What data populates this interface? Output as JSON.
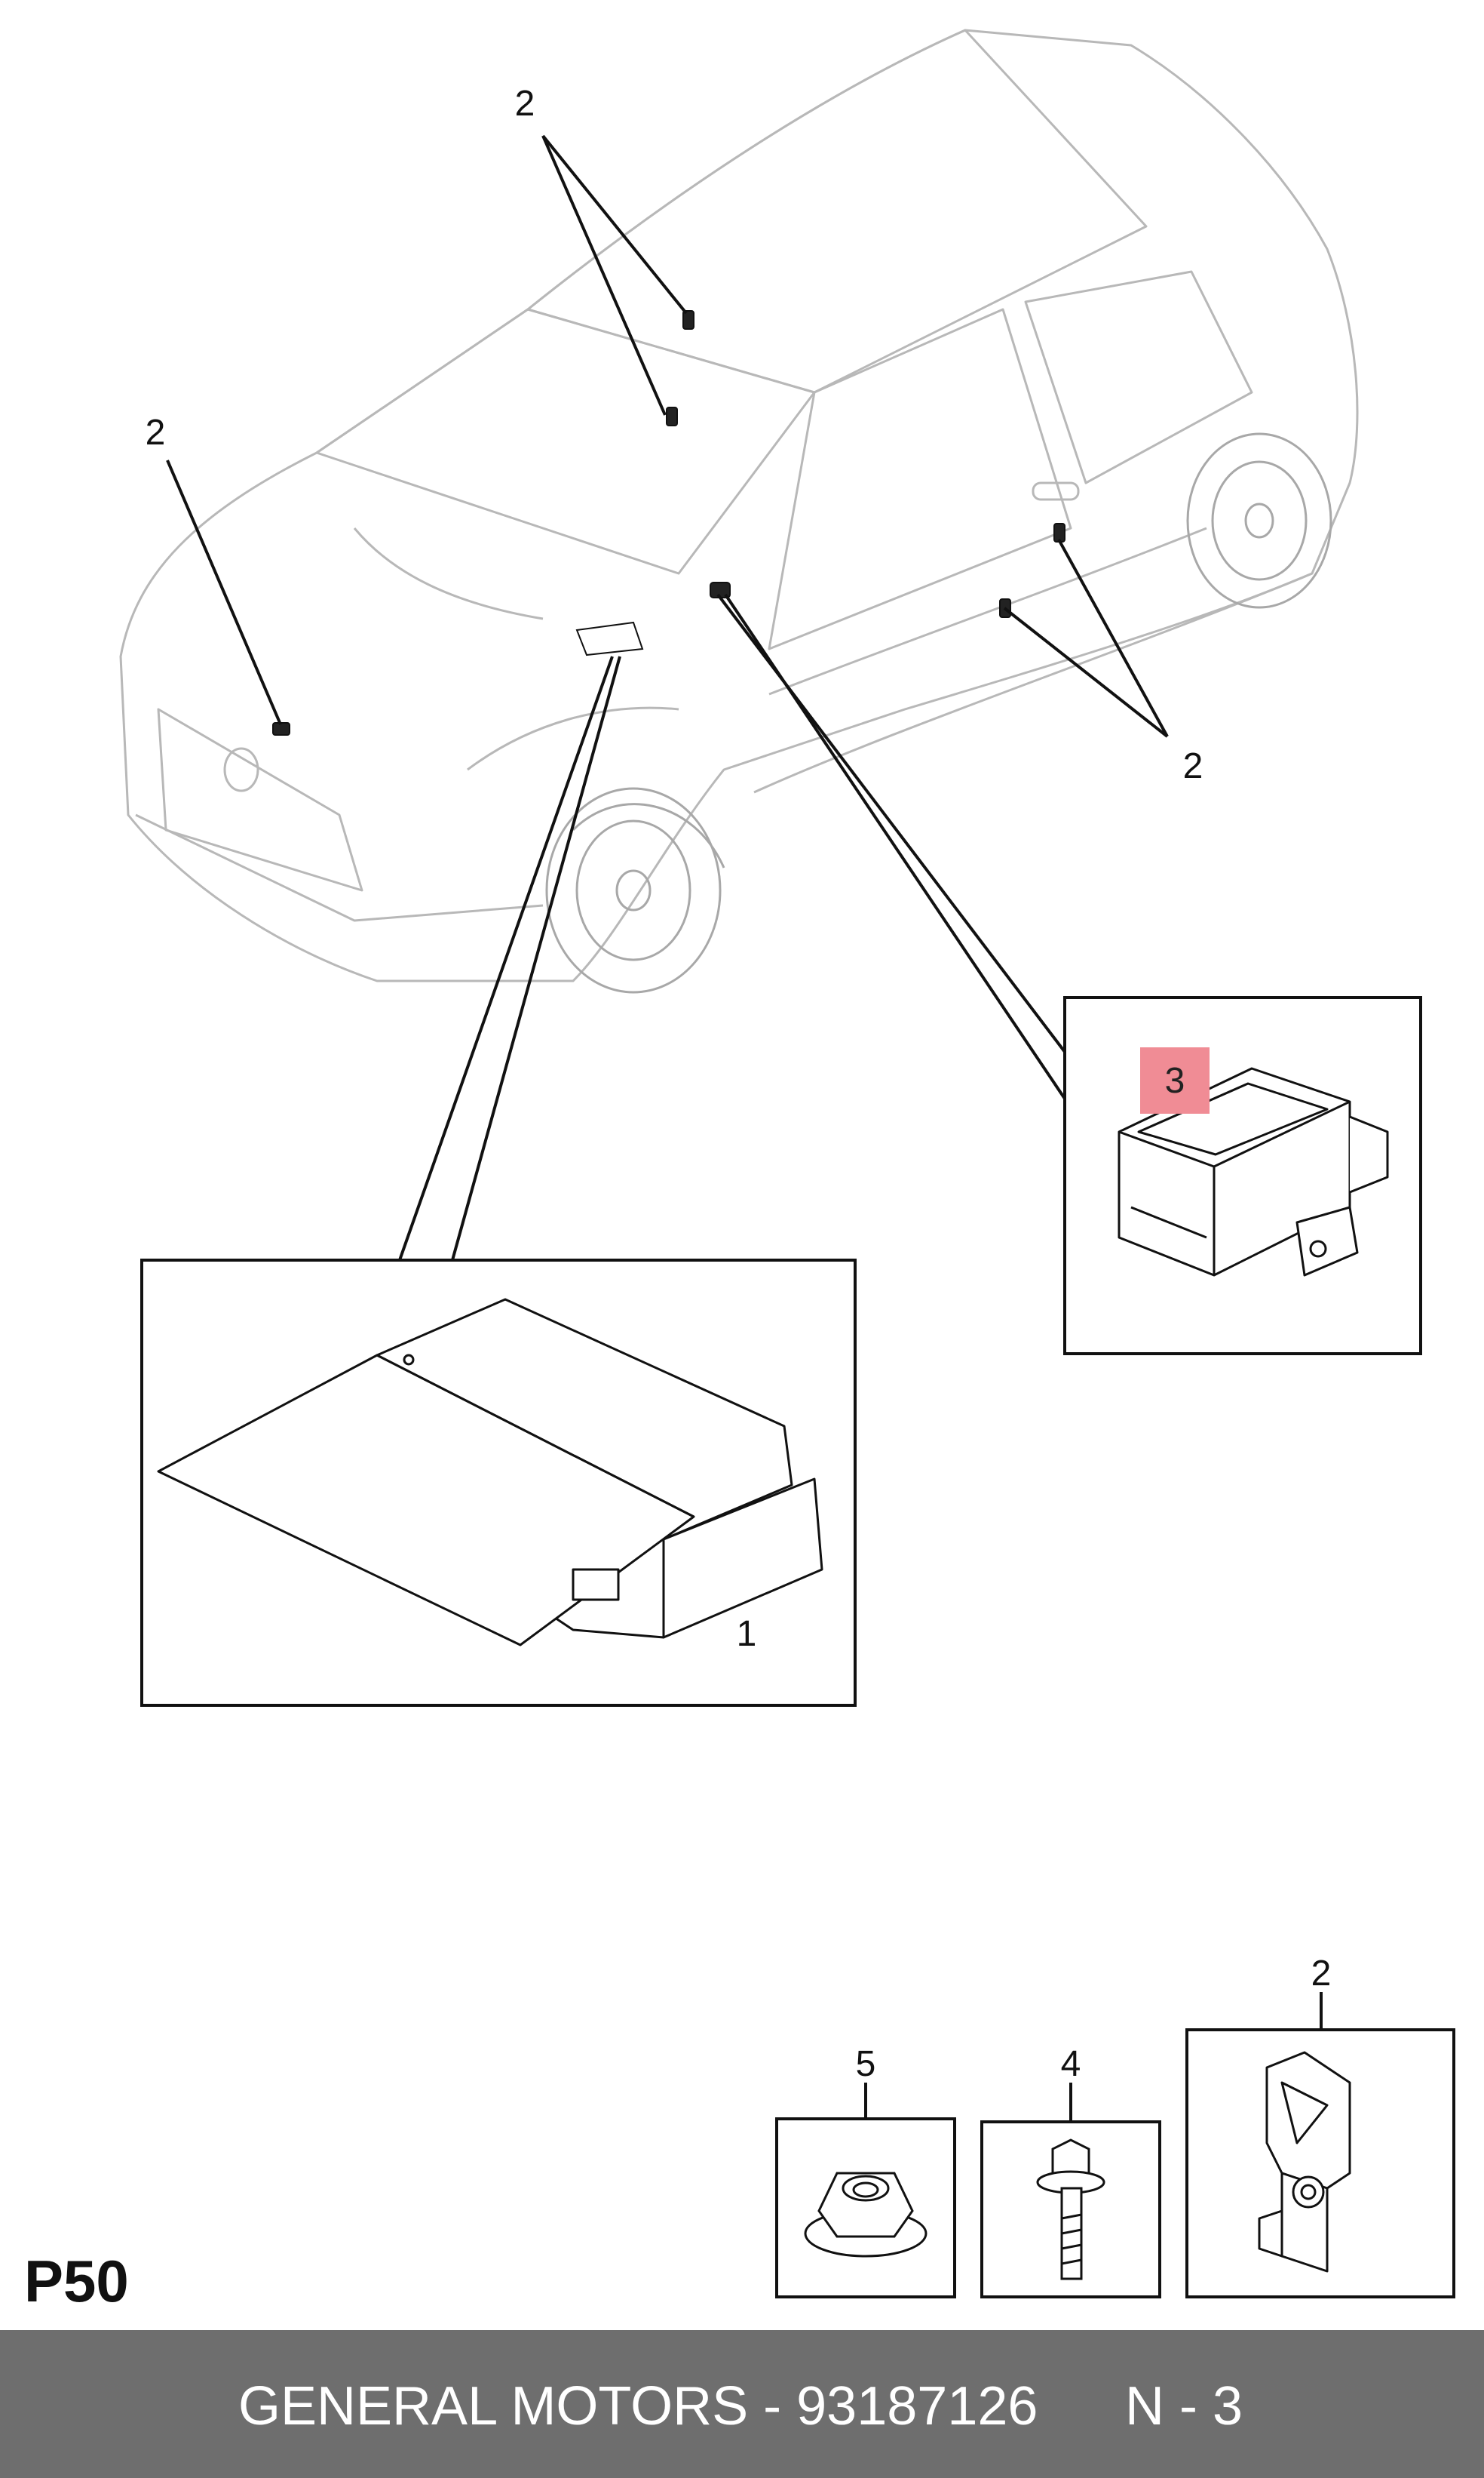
{
  "callouts": {
    "c2_top": "2",
    "c2_left": "2",
    "c2_right": "2",
    "c3": "3",
    "c1": "1",
    "c5": "5",
    "c4": "4",
    "c2_part": "2"
  },
  "page_code": "P50",
  "footer": {
    "brand_part": "GENERAL MOTORS - 93187126",
    "sheet": "N - 3"
  },
  "colors": {
    "footer_bg": "#6e6e6e",
    "highlight": "#f08c95"
  }
}
